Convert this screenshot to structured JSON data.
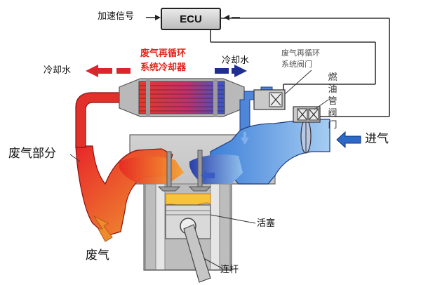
{
  "ecu": {
    "label": "ECU"
  },
  "labels": {
    "accel_signal": "加速信号",
    "egr_cooler_line1": "废气再循环",
    "egr_cooler_line2": "系统冷却器",
    "coolant_left": "冷却水",
    "coolant_right": "冷却水",
    "egr_valve_line1": "废气再循环",
    "egr_valve_line2": "系统阀门",
    "fuel_valve_chars": [
      "燃",
      "油",
      "管",
      "阀",
      "门"
    ],
    "exhaust_part": "废气部分",
    "intake": "进气",
    "exhaust": "废气",
    "piston": "活塞",
    "connecting_rod": "连杆"
  },
  "colors": {
    "hot_red": "#e53a2a",
    "hot_orange": "#f3902a",
    "cold_blue": "#2f6fd0",
    "light_blue": "#9cc3ee",
    "coolant_arrow_blue": "#1f2f8f",
    "coolant_arrow_red": "#d8282c",
    "label_red": "#e0261b"
  }
}
